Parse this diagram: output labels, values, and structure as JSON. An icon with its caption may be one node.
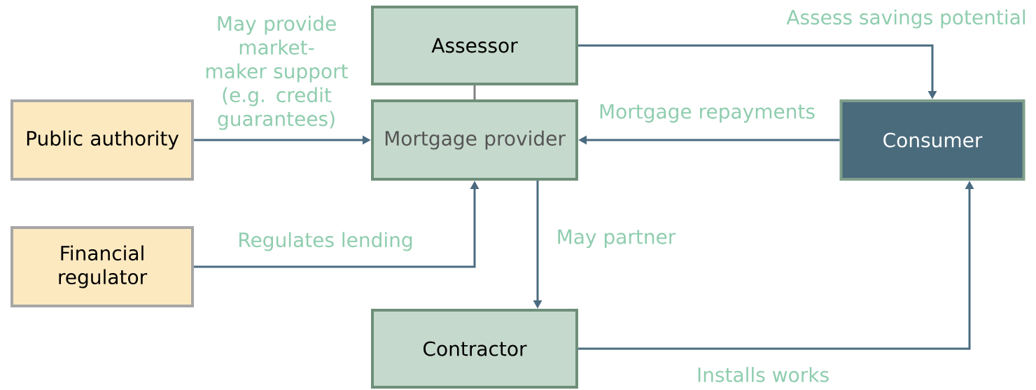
{
  "diagram": {
    "nodes": [
      {
        "text": [
          "Public authority"
        ]
      },
      {
        "text": [
          "Financial regulator"
        ]
      },
      {
        "text": [
          "Assessor"
        ]
      },
      {
        "text": [
          "Mortgage provider"
        ]
      },
      {
        "text": [
          "Consumer"
        ]
      },
      {
        "text": [
          "Contractor"
        ]
      }
    ],
    "edges": [
      {
        "from": 0,
        "to": 3,
        "arrow": "to",
        "label": "May provide market-maker support (e.g. credit guarantees)"
      },
      {
        "from": 1,
        "to": 3,
        "arrow": "to",
        "label": "Regulates lending"
      },
      {
        "from": 2,
        "to": 3,
        "arrow": "none",
        "color": "#808080"
      },
      {
        "from": 2,
        "to": 4,
        "arrow": "to",
        "label": "Assess savings potential"
      },
      {
        "from": 4,
        "to": 3,
        "arrow": "to",
        "label": "Mortgage repayments"
      },
      {
        "from": 3,
        "to": 5,
        "arrow": "to",
        "label": "May partner"
      },
      {
        "from": 5,
        "to": 4,
        "arrow": "to",
        "label": "Installs works"
      }
    ]
  }
}
